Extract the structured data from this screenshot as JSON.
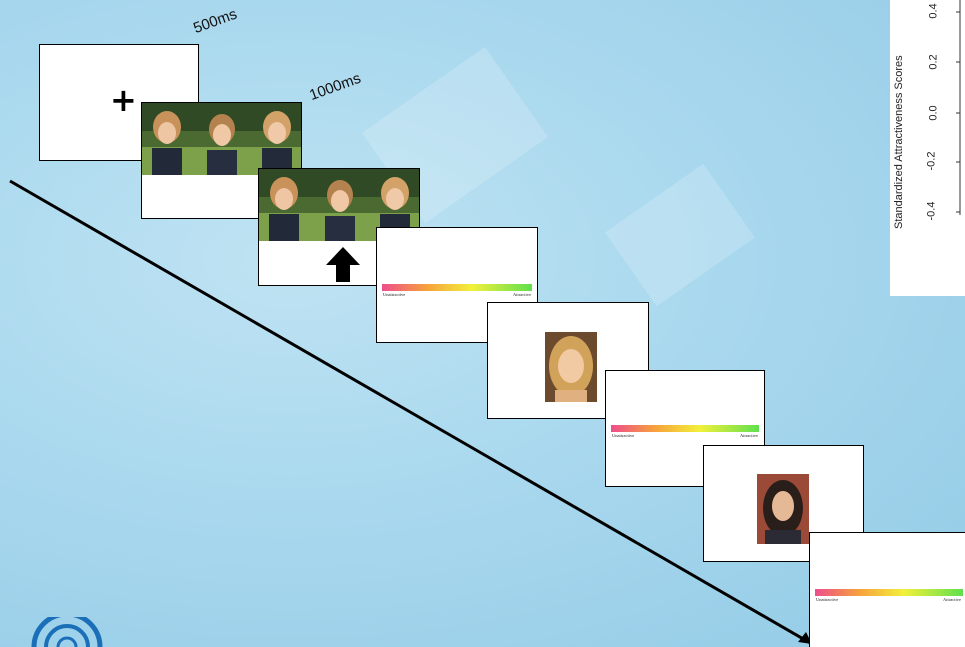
{
  "timing": {
    "fixation": "500ms",
    "group_photo": "1000ms"
  },
  "fixation_symbol": "+",
  "rating_scale": {
    "left_label": "Unattractive",
    "right_label": "Attractive"
  },
  "chart_fragment": {
    "ylabel": "Standardized Attractiveness Scores",
    "ticks": [
      "0.4",
      "0.2",
      "0.0",
      "-0.2",
      "-0.4"
    ]
  },
  "colors": {
    "scale_start": "#ee4d8c",
    "scale_mid": "#f2f03a",
    "scale_end": "#5fe04e",
    "arrow": "#000000"
  },
  "icons": [
    "up-arrow-icon",
    "logo-icon"
  ]
}
